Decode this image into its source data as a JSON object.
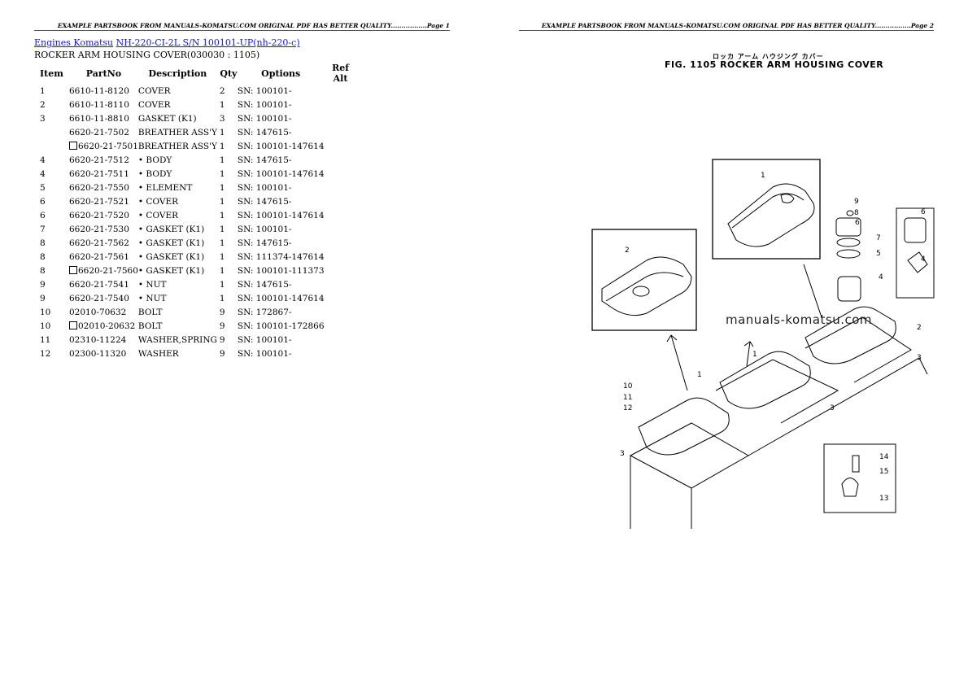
{
  "header_page1": "EXAMPLE PARTSBOOK FROM MANUALS-KOMATSU.COM ORIGINAL PDF HAS BETTER QUALITY.................Page 1",
  "header_page2": "EXAMPLE PARTSBOOK FROM MANUALS-KOMATSU.COM ORIGINAL PDF HAS BETTER QUALITY.................Page 2",
  "breadcrumb": {
    "link1": "Engines Komatsu",
    "link2": "NH-220-CI-2L S/N 100101-UP(nh-220-c)"
  },
  "subtitle": "ROCKER ARM HOUSING COVER(030030 : 1105)",
  "columns": {
    "item": "Item",
    "partno": "PartNo",
    "description": "Description",
    "qty": "Qty",
    "options": "Options",
    "refalt": "Ref Alt"
  },
  "rows": [
    {
      "item": "1",
      "partno": "6610-11-8120",
      "desc": "COVER",
      "qty": "2",
      "opt": "SN: 100101-"
    },
    {
      "item": "2",
      "partno": "6610-11-8110",
      "desc": "COVER",
      "qty": "1",
      "opt": "SN: 100101-"
    },
    {
      "item": "3",
      "partno": "6610-11-8810",
      "desc": "GASKET (K1)",
      "qty": "3",
      "opt": "SN: 100101-"
    },
    {
      "item": "",
      "partno": "6620-21-7502",
      "desc": "BREATHER ASS'Y",
      "qty": "1",
      "opt": "SN: 147615-"
    },
    {
      "item": "",
      "partno": "6620-21-7501",
      "desc": "BREATHER ASS'Y",
      "qty": "1",
      "opt": "SN: 100101-147614"
    },
    {
      "item": "4",
      "partno": "6620-21-7512",
      "desc": "• BODY",
      "qty": "1",
      "opt": "SN: 147615-"
    },
    {
      "item": "4",
      "partno": "6620-21-7511",
      "desc": "• BODY",
      "qty": "1",
      "opt": "SN: 100101-147614"
    },
    {
      "item": "5",
      "partno": "6620-21-7550",
      "desc": "• ELEMENT",
      "qty": "1",
      "opt": "SN: 100101-"
    },
    {
      "item": "6",
      "partno": "6620-21-7521",
      "desc": "• COVER",
      "qty": "1",
      "opt": "SN: 147615-"
    },
    {
      "item": "6",
      "partno": "6620-21-7520",
      "desc": "• COVER",
      "qty": "1",
      "opt": "SN: 100101-147614"
    },
    {
      "item": "7",
      "partno": "6620-21-7530",
      "desc": "• GASKET (K1)",
      "qty": "1",
      "opt": "SN: 100101-"
    },
    {
      "item": "8",
      "partno": "6620-21-7562",
      "desc": "• GASKET (K1)",
      "qty": "1",
      "opt": "SN: 147615-"
    },
    {
      "item": "8",
      "partno": "6620-21-7561",
      "desc": "• GASKET (K1)",
      "qty": "1",
      "opt": "SN: 111374-147614"
    },
    {
      "item": "8",
      "partno": "6620-21-7560",
      "desc": "• GASKET (K1)",
      "qty": "1",
      "opt": "SN: 100101-111373"
    },
    {
      "item": "9",
      "partno": "6620-21-7541",
      "desc": "• NUT",
      "qty": "1",
      "opt": "SN: 147615-"
    },
    {
      "item": "9",
      "partno": "6620-21-7540",
      "desc": "• NUT",
      "qty": "1",
      "opt": "SN: 100101-147614"
    },
    {
      "item": "10",
      "partno": "02010-70632",
      "desc": "BOLT",
      "qty": "9",
      "opt": "SN: 172867-"
    },
    {
      "item": "10",
      "partno": "02010-20632",
      "desc": "BOLT",
      "qty": "9",
      "opt": "SN: 100101-172866"
    },
    {
      "item": "11",
      "partno": "02310-11224",
      "desc": "WASHER,SPRING",
      "qty": "9",
      "opt": "SN: 100101-"
    },
    {
      "item": "12",
      "partno": "02300-11320",
      "desc": "WASHER",
      "qty": "9",
      "opt": "SN: 100101-"
    }
  ],
  "figure": {
    "title_jp": "ロッカ アーム ハウジング カバー",
    "title": "FIG. 1105  ROCKER ARM HOUSING COVER",
    "watermark": "manuals-komatsu.com"
  },
  "colors": {
    "link": "#1a1acc",
    "text": "#000000"
  }
}
